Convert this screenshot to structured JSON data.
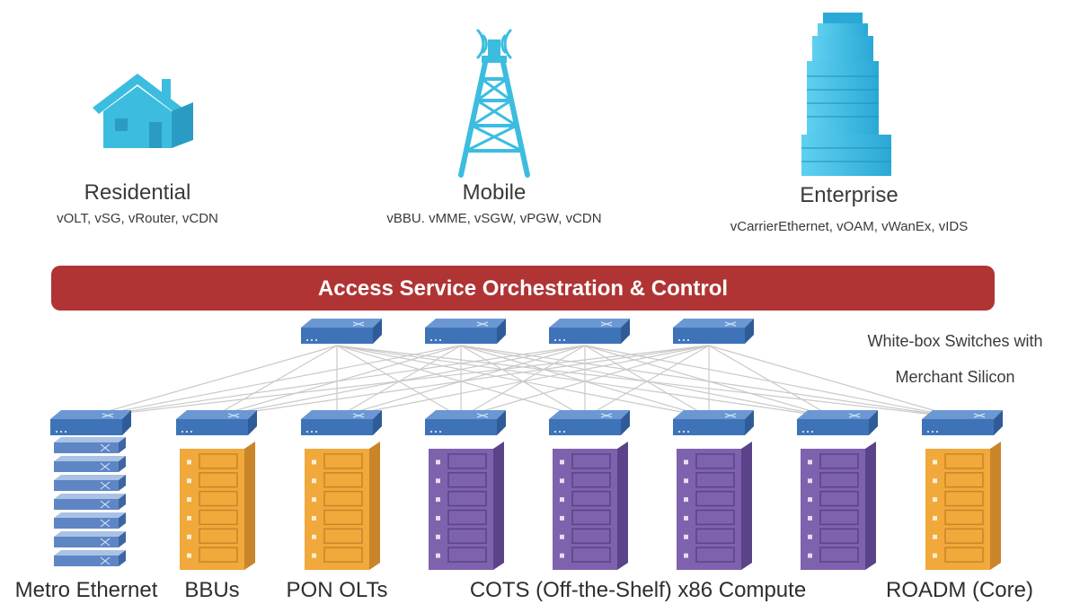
{
  "services": [
    {
      "title": "Residential",
      "subtitle": "vOLT, vSG, vRouter, vCDN",
      "icon": "house-icon"
    },
    {
      "title": "Mobile",
      "subtitle": "vBBU. vMME, vSGW, vPGW, vCDN",
      "icon": "cell-tower-icon"
    },
    {
      "title": "Enterprise",
      "subtitle": "vCarrierEthernet, vOAM, vWanEx, vIDS",
      "icon": "office-building-icon"
    }
  ],
  "orchestration_bar": {
    "label": "Access Service Orchestration & Control",
    "color": "#b03434"
  },
  "spine_label": {
    "line1": "White-box Switches with",
    "line2": "Merchant Silicon"
  },
  "bottom_labels": {
    "metro": "Metro Ethernet",
    "bbus": "BBUs",
    "pon": "PON OLTs",
    "cots": "COTS (Off-the-Shelf) x86 Compute",
    "roadm": "ROADM (Core)"
  },
  "colors": {
    "icon_blue": "#3cbde0",
    "switch_blue": "#3f73b8",
    "rack_orange": "#f0a93a",
    "rack_purple": "#7e62ad",
    "rack_blue": "#5e86c5"
  }
}
